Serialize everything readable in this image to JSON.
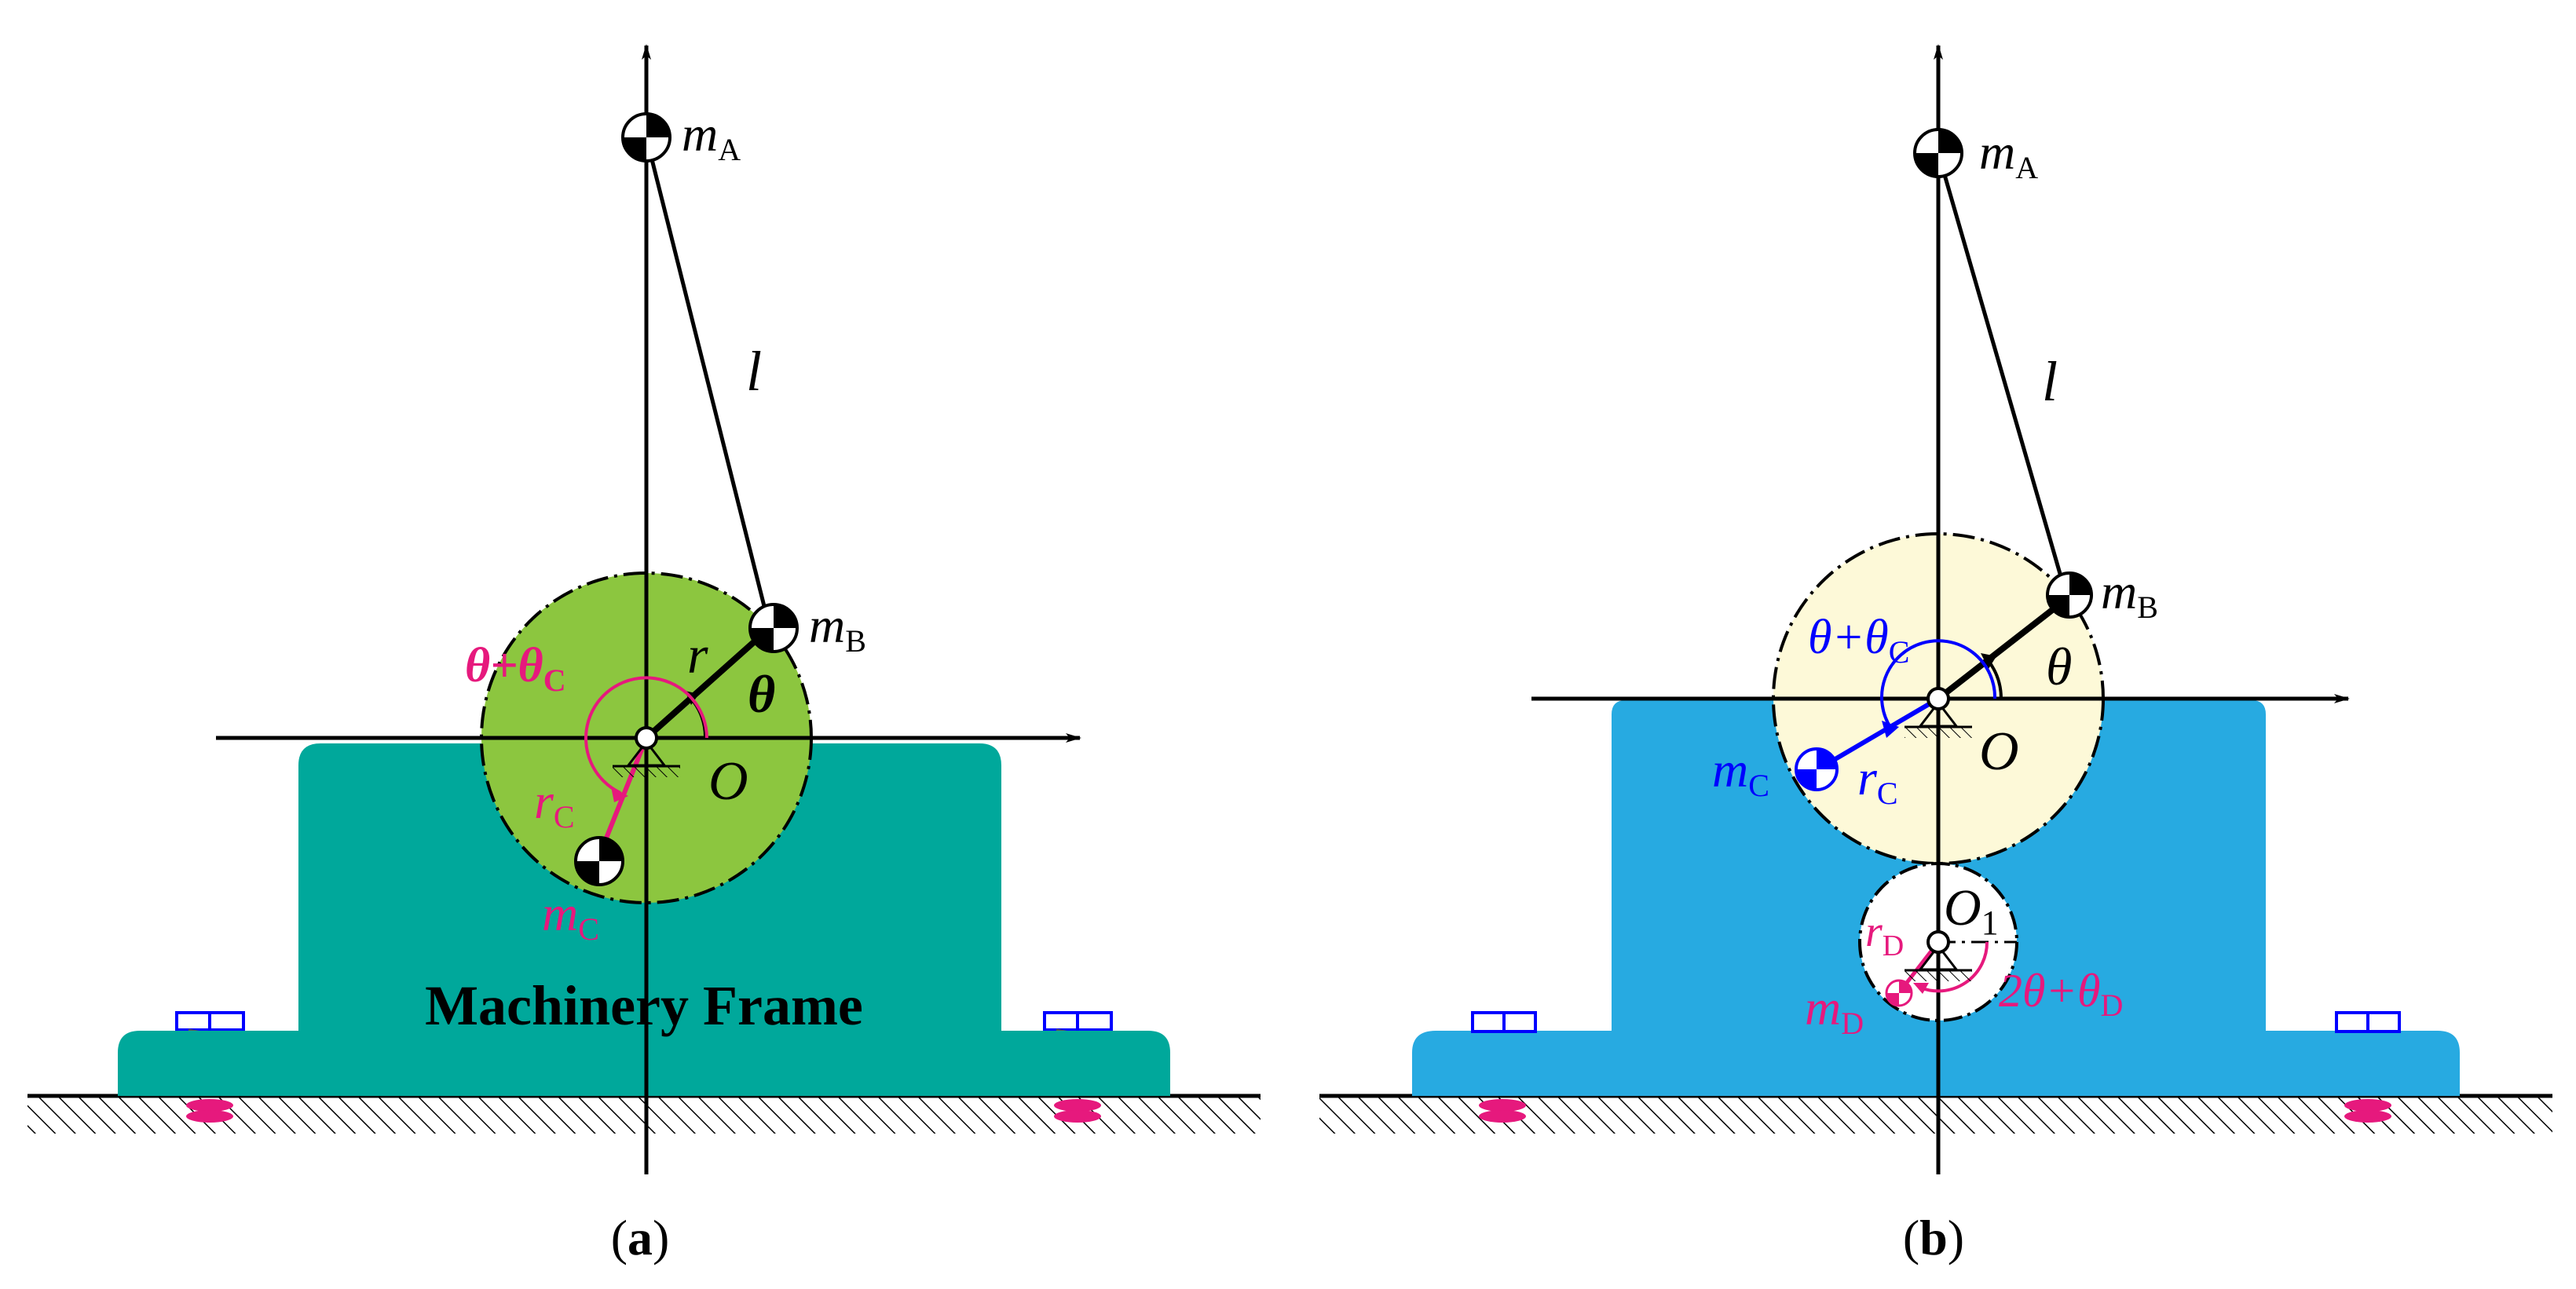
{
  "panels": [
    {
      "id": "a",
      "caption": "(a)",
      "frame_label": "Machinery Frame",
      "colors": {
        "frame": "#00A89B",
        "disk": "#8CC63F",
        "accent": "#E6197D",
        "axis": "#000000"
      },
      "labels": {
        "mA": {
          "main": "m",
          "sub": "A"
        },
        "mB": {
          "main": "m",
          "sub": "B"
        },
        "mC": {
          "main": "m",
          "sub": "C"
        },
        "l": "l",
        "r": "r",
        "rC": {
          "main": "r",
          "sub": "C"
        },
        "theta": "θ",
        "theta_plus": {
          "main": "θ+θ",
          "sub": "C"
        },
        "O": "O"
      }
    },
    {
      "id": "b",
      "caption": "(b)",
      "colors": {
        "frame": "#27AAE1",
        "disk": "#FDF9D8",
        "small_disk": "#FFFFFF",
        "blue": "#0000FF",
        "accent": "#E6197D",
        "axis": "#000000"
      },
      "labels": {
        "mA": {
          "main": "m",
          "sub": "A"
        },
        "mB": {
          "main": "m",
          "sub": "B"
        },
        "mC": {
          "main": "m",
          "sub": "C"
        },
        "mD": {
          "main": "m",
          "sub": "D"
        },
        "l": "l",
        "rC": {
          "main": "r",
          "sub": "C"
        },
        "rD": {
          "main": "r",
          "sub": "D"
        },
        "theta": "θ",
        "theta_plus": {
          "main": "θ+θ",
          "sub": "C"
        },
        "two_theta": {
          "main": "2θ+θ",
          "sub": "D"
        },
        "O": "O",
        "O1": {
          "main": "O",
          "sub": "1"
        }
      }
    }
  ]
}
